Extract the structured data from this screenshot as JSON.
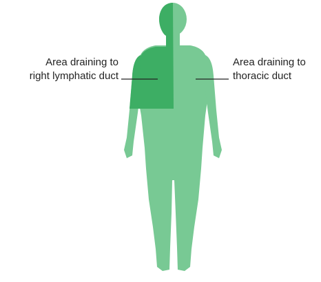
{
  "labels": {
    "right_lymphatic": [
      "Area draining to",
      "right lymphatic duct"
    ],
    "thoracic": [
      "Area draining to",
      "thoracic duct"
    ]
  },
  "colors": {
    "right_lymphatic_region": "#3dae64",
    "thoracic_region": "#78c994",
    "leader_line": "#222222",
    "text": "#222222"
  }
}
